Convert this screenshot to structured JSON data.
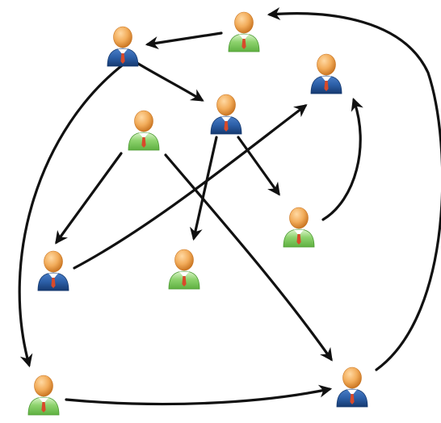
{
  "diagram": {
    "people": [
      {
        "id": "p1",
        "role": "blue"
      },
      {
        "id": "p2",
        "role": "green"
      },
      {
        "id": "p3",
        "role": "blue"
      },
      {
        "id": "p4",
        "role": "green"
      },
      {
        "id": "p5",
        "role": "blue"
      },
      {
        "id": "p6",
        "role": "green"
      },
      {
        "id": "p7",
        "role": "blue"
      },
      {
        "id": "p8",
        "role": "green"
      },
      {
        "id": "p9",
        "role": "green"
      },
      {
        "id": "p10",
        "role": "blue"
      }
    ],
    "connections": [
      {
        "from": "p2",
        "to": "p1"
      },
      {
        "from": "p1",
        "to": "p5"
      },
      {
        "from": "p1",
        "to": "p9"
      },
      {
        "from": "p4",
        "to": "p7"
      },
      {
        "from": "p4",
        "to": "p10"
      },
      {
        "from": "p5",
        "to": "p6"
      },
      {
        "from": "p5",
        "to": "p8"
      },
      {
        "from": "p6",
        "to": "p3"
      },
      {
        "from": "p7",
        "to": "p3"
      },
      {
        "from": "p9",
        "to": "p10"
      },
      {
        "from": "p10",
        "to": "p2"
      }
    ],
    "colors": {
      "skin": "#f2ac5a",
      "skin_dark": "#c97421",
      "skin_light": "#ffd9a3",
      "blue_body": "#2c5fa8",
      "blue_dark": "#163a70",
      "green_body": "#8ed36e",
      "green_light": "#dff5cf",
      "collar": "#ffffff",
      "tie": "#d84a2a",
      "arrow": "#111111"
    }
  }
}
